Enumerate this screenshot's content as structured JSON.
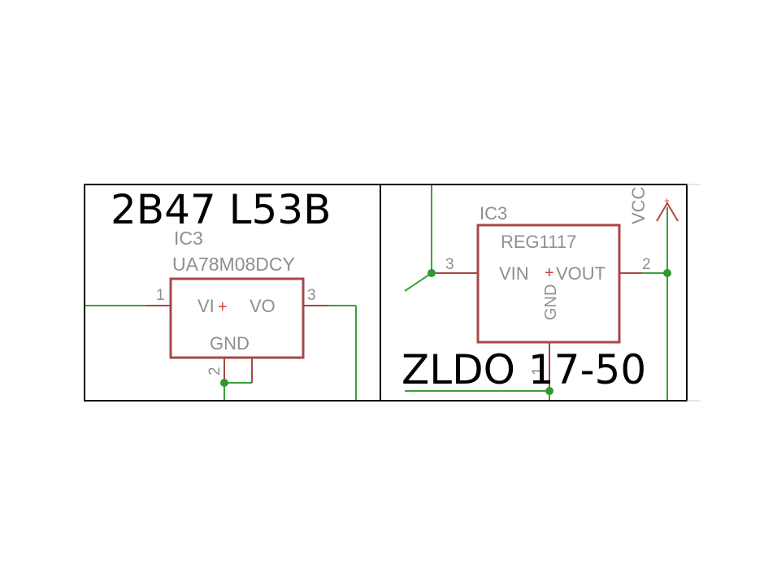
{
  "panels": [
    {
      "caption": "2B47 L53B",
      "part": {
        "ref": "IC3",
        "value": "UA78M08DCY",
        "pins": {
          "input": "VI",
          "output": "VO",
          "ground": "GND"
        },
        "pin_numbers": {
          "input": "1",
          "output": "3",
          "ground": "2"
        },
        "marker": "+"
      }
    },
    {
      "caption": "ZLDO 17-50",
      "part": {
        "ref": "IC3",
        "value": "REG1117",
        "pins": {
          "input": "VIN",
          "output": "VOUT",
          "ground": "GND"
        },
        "pin_numbers": {
          "input": "3",
          "output": "2",
          "ground": "1"
        },
        "marker": "+"
      },
      "supply_label": "VCC",
      "supply_marker": "+"
    }
  ],
  "colors": {
    "component": "#a84848",
    "wire": "#3aa23a",
    "junction": "#2e9a2e",
    "frame": "#000000",
    "label": "#8f8f8f"
  }
}
